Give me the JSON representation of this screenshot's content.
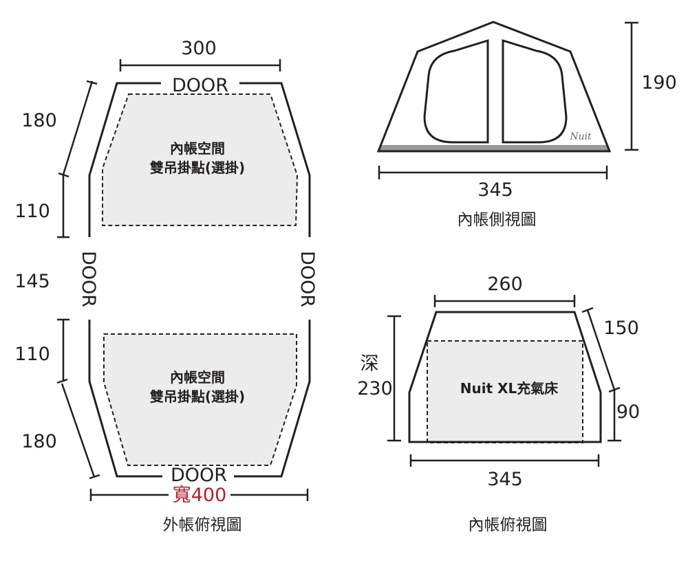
{
  "outer_top_view": {
    "caption": "外帳俯視圖",
    "width_top": "300",
    "width_bottom": "寬400",
    "left_dims": [
      "180",
      "110",
      "145",
      "110",
      "180"
    ],
    "door_top": "DOOR",
    "door_bottom": "DOOR",
    "door_left": "DOOR",
    "door_right": "DOOR",
    "inner_room_upper": [
      "內帳空間",
      "雙吊掛點(選掛)"
    ],
    "inner_room_lower": [
      "內帳空間",
      "雙吊掛點(選掛)"
    ]
  },
  "inner_side_view": {
    "caption": "內帳側視圖",
    "width": "345",
    "height": "190",
    "brand": "Nuit"
  },
  "inner_top_view": {
    "caption": "內帳俯視圖",
    "width_top": "260",
    "width_bottom": "345",
    "depth_label": "深",
    "depth_value": "230",
    "side_slant": "150",
    "side_straight": "90",
    "bed_label": "Nuit XL充氣床"
  },
  "colors": {
    "line": "#231f20",
    "fill": "#ececec",
    "accent_red": "#b0202e",
    "ground_strip": "#999999"
  }
}
